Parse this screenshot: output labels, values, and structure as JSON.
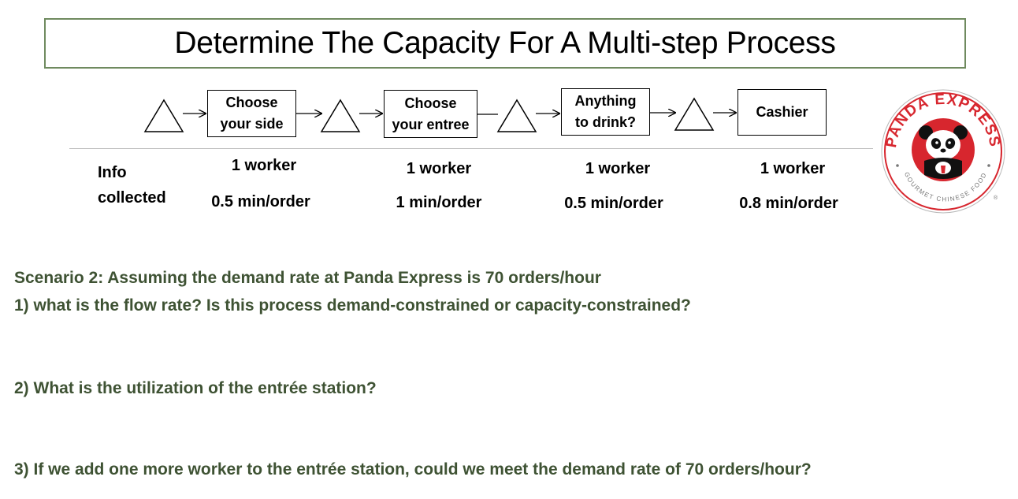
{
  "title": "Determine The Capacity For A Multi-step Process",
  "stations": [
    {
      "line1": "Choose",
      "line2": "your side",
      "workers": "1 worker",
      "rate": "0.5 min/order"
    },
    {
      "line1": "Choose",
      "line2": "your entree",
      "workers": "1 worker",
      "rate": "1 min/order"
    },
    {
      "line1": "Anything",
      "line2": "to drink?",
      "workers": "1 worker",
      "rate": "0.5 min/order"
    },
    {
      "line1": "Cashier",
      "line2": "",
      "workers": "1 worker",
      "rate": "0.8 min/order"
    }
  ],
  "info_label": {
    "line1": "Info",
    "line2": "collected"
  },
  "questions": {
    "scenario": "Scenario 2: Assuming the demand rate at Panda Express is 70 orders/hour",
    "q1": "1) what is the flow rate? Is this process demand-constrained or capacity-constrained?",
    "q2": "2) What is the utilization of the entrée station?",
    "q3": "3) If we add one more worker to the entrée station, could we meet the demand rate of 70 orders/hour?"
  },
  "logo": {
    "top_text": "PANDA EXPRESS",
    "bottom_text": "GOURMET CHINESE FOOD",
    "registered": "®",
    "brand_red": "#d7262e"
  },
  "colors": {
    "accent_green": "#3e5233",
    "title_border": "#6f8a5f"
  }
}
